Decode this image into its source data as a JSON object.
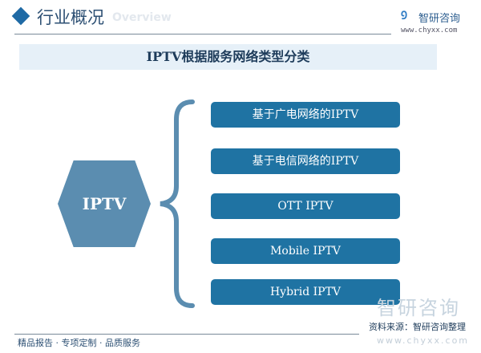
{
  "header": {
    "title": "行业概况",
    "subtitle_en": "Overview"
  },
  "logo": {
    "name": "智研咨询",
    "url": "www.chyxx.com",
    "icon": "chyxx-logo-icon"
  },
  "banner": {
    "title": "IPTV根据服务网络类型分类"
  },
  "diagram": {
    "root": "IPTV",
    "items": [
      "基于广电网络的IPTV",
      "基于电信网络的IPTV",
      "OTT IPTV",
      "Mobile IPTV",
      "Hybrid IPTV"
    ]
  },
  "footer": {
    "slogan": "精品报告 · 专项定制 · 品质服务",
    "source": "资料来源：智研咨询整理",
    "watermark_name": "智研咨询",
    "watermark_url": "www.chyxx.com"
  },
  "colors": {
    "accent": "#1f73a3",
    "hexagon": "#5b8db0",
    "banner_bg": "#e6f0f8",
    "title": "#2c4f73"
  }
}
